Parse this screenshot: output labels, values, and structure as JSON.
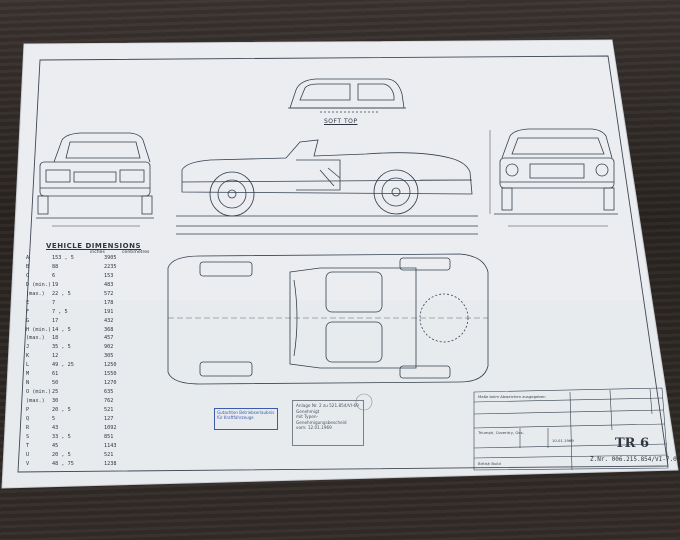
{
  "colors": {
    "table": "#2b2623",
    "paper": "#e9ecef",
    "ink": "#2f3742",
    "stamp_blue": "#3a5cab"
  },
  "blueprint": {
    "soft_top_label": "SOFT TOP",
    "dimensions_title": "VEHICLE DIMENSIONS",
    "unit_inches": "inches",
    "unit_cm": "centimetres",
    "dimensions": [
      {
        "label": "A",
        "inches": "153 , 5",
        "cm": "3905"
      },
      {
        "label": "B",
        "inches": "88",
        "cm": "2235"
      },
      {
        "label": "C",
        "inches": "6",
        "cm": "153"
      },
      {
        "label": "D (min.)",
        "inches": "19",
        "cm": "483"
      },
      {
        "label": "(max.)",
        "inches": "22 , 5",
        "cm": "572"
      },
      {
        "label": "E",
        "inches": "7",
        "cm": "178"
      },
      {
        "label": "F",
        "inches": "7 , 5",
        "cm": "191"
      },
      {
        "label": "G",
        "inches": "17",
        "cm": "432"
      },
      {
        "label": "H (min.)",
        "inches": "14 , 5",
        "cm": "368"
      },
      {
        "label": "(max.)",
        "inches": "18",
        "cm": "457"
      },
      {
        "label": "J",
        "inches": "35 , 5",
        "cm": "902"
      },
      {
        "label": "K",
        "inches": "12",
        "cm": "305"
      },
      {
        "label": "L",
        "inches": "49 , 25",
        "cm": "1250"
      },
      {
        "label": "M",
        "inches": "61",
        "cm": "1550"
      },
      {
        "label": "N",
        "inches": "50",
        "cm": "1270"
      },
      {
        "label": "O (min.)",
        "inches": "25",
        "cm": "635"
      },
      {
        "label": "(max.)",
        "inches": "30",
        "cm": "762"
      },
      {
        "label": "P",
        "inches": "20 , 5",
        "cm": "521"
      },
      {
        "label": "Q",
        "inches": "5",
        "cm": "127"
      },
      {
        "label": "R",
        "inches": "43",
        "cm": "1092"
      },
      {
        "label": "S",
        "inches": "33 , 5",
        "cm": "851"
      },
      {
        "label": "T",
        "inches": "45",
        "cm": "1143"
      },
      {
        "label": "U",
        "inches": "20 , 5",
        "cm": "521"
      },
      {
        "label": "V",
        "inches": "48 , 75",
        "cm": "1238"
      }
    ],
    "stamp_blue_text": "Gutachten Betriebserlaubnis für Kraftfahrzeuge",
    "stamp_approval": {
      "line1": "Anlage Nr. 2 zu 521.854/VI-69",
      "line2": "Genehmigt",
      "line3": "mit Typen-Genehmigungsbescheid",
      "line4": "vom: 12.01.1969"
    },
    "title_block": {
      "note": "Maße beim Abweichen ausgegeben",
      "company": "Triumph, Coventry, Ges.",
      "model": "TR 6",
      "drawing_number": "Z.Nr. 006.215.854/VI-7.0",
      "date": "10.01.1969",
      "maker": "British Build"
    }
  }
}
